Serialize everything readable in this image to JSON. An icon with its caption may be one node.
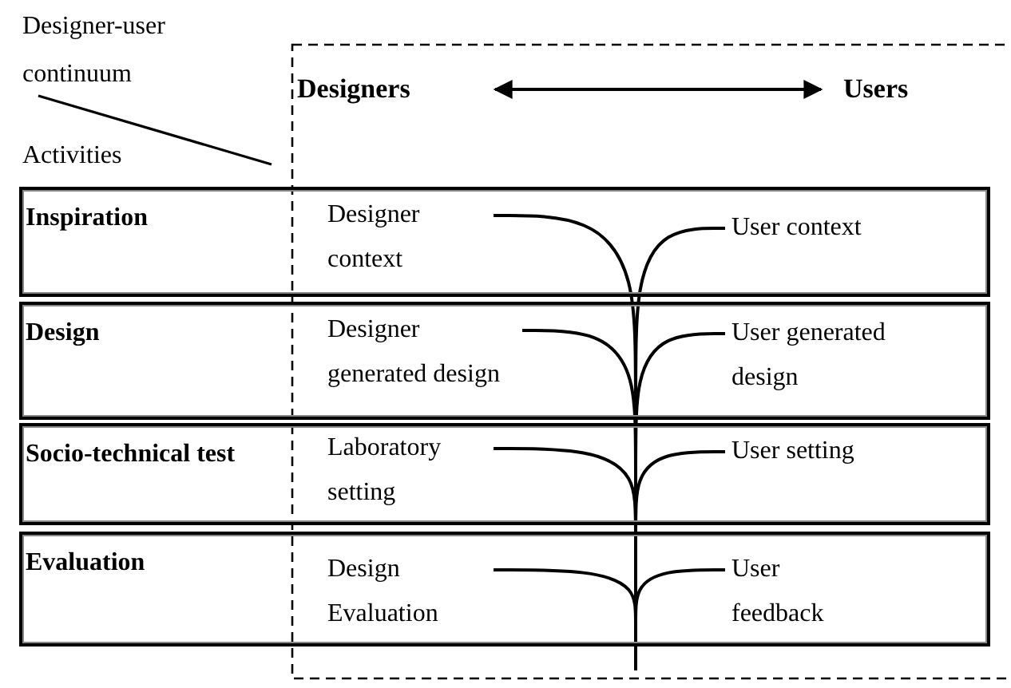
{
  "diagram": {
    "nodes": [
      {
        "text": [
          "Designers"
        ]
      },
      {
        "text": [
          "Users"
        ]
      },
      {
        "text": [
          "Inspiration"
        ]
      },
      {
        "text": [
          "Designer context"
        ],
        "in": 2
      },
      {
        "text": [
          "User context"
        ],
        "in": 2
      },
      {
        "text": [
          "Design"
        ]
      },
      {
        "text": [
          "Designer generated design"
        ],
        "in": 5
      },
      {
        "text": [
          "User generated design"
        ],
        "in": 5
      },
      {
        "text": [
          "Socio-technical test"
        ]
      },
      {
        "text": [
          "Laboratory setting"
        ],
        "in": 8
      },
      {
        "text": [
          "User setting"
        ],
        "in": 8
      },
      {
        "text": [
          "Evaluation"
        ]
      },
      {
        "text": [
          "Design Evaluation"
        ],
        "in": 11
      },
      {
        "text": [
          "User feedback"
        ],
        "in": 11
      }
    ],
    "edges": [
      {
        "from": 0,
        "to": 1,
        "arrow": "both"
      },
      {
        "from": 3,
        "to": null,
        "arrow": "none"
      },
      {
        "from": 4,
        "to": null,
        "arrow": "none"
      },
      {
        "from": 6,
        "to": null,
        "arrow": "none"
      },
      {
        "from": 7,
        "to": null,
        "arrow": "none"
      },
      {
        "from": 9,
        "to": null,
        "arrow": "none"
      },
      {
        "from": 10,
        "to": null,
        "arrow": "none"
      },
      {
        "from": 12,
        "to": null,
        "arrow": "none"
      },
      {
        "from": 13,
        "to": null,
        "arrow": "none"
      }
    ],
    "labels": [
      "Designer-user continuum",
      "Activities"
    ]
  }
}
